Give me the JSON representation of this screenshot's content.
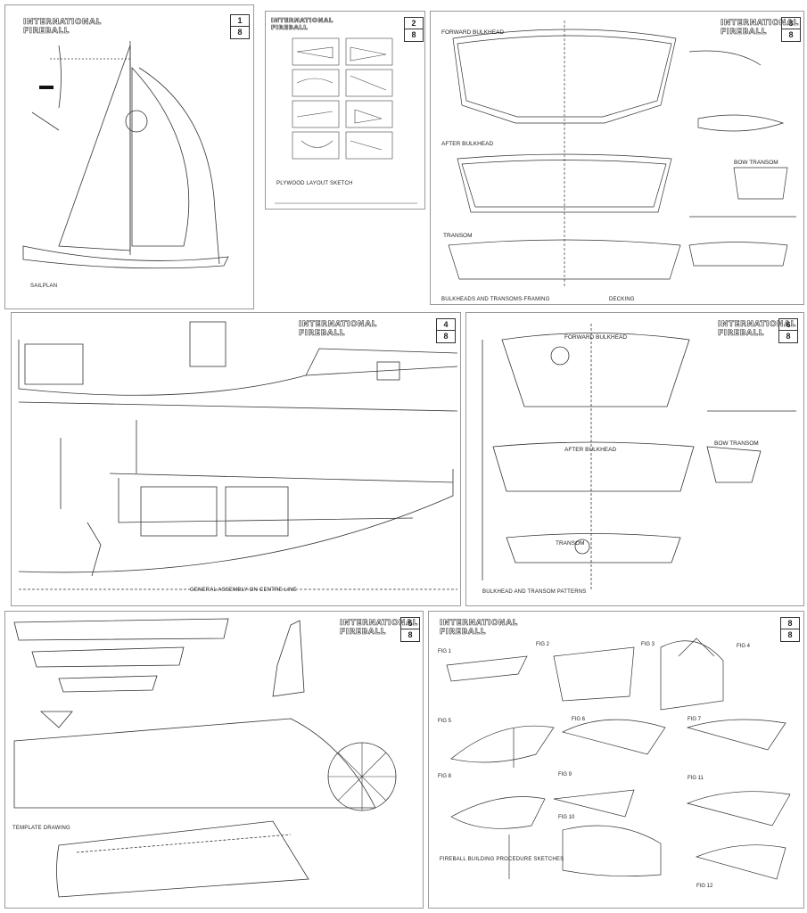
{
  "logo": {
    "line1": "INTERNATIONAL",
    "line2": "FIREBALL"
  },
  "sheets": {
    "s1": {
      "num": "1",
      "total": "8",
      "caption": "SAILPLAN"
    },
    "s2": {
      "num": "2",
      "total": "8",
      "caption": "PLYWOOD LAYOUT SKETCH"
    },
    "s3": {
      "num": "3",
      "total": "8",
      "caption_a": "BULKHEADS AND TRANSOMS-FRAMING",
      "caption_b": "DECKING",
      "forward": "FORWARD BULKHEAD",
      "after": "AFTER BULKHEAD",
      "transom": "TRANSOM",
      "bow": "BOW TRANSOM"
    },
    "s4": {
      "num": "4",
      "total": "8",
      "caption": "GENERAL ASSEMBLY ON CENTRE LINE"
    },
    "s6": {
      "num": "6",
      "total": "8",
      "caption": "BULKHEAD AND TRANSOM PATTERNS",
      "forward": "FORWARD BULKHEAD",
      "after": "AFTER BULKHEAD",
      "transom": "TRANSOM",
      "bow": "BOW TRANSOM"
    },
    "s5": {
      "num": "5",
      "total": "8",
      "caption": "TEMPLATE DRAWING"
    },
    "s8": {
      "num": "8",
      "total": "8",
      "caption": "FIREBALL BUILDING PROCEDURE SKETCHES",
      "figs": [
        "FIG 1",
        "FIG 2",
        "FIG 3",
        "FIG 4",
        "FIG 5",
        "FIG 6",
        "FIG 7",
        "FIG 8",
        "FIG 9",
        "FIG 10",
        "FIG 11",
        "FIG 12"
      ]
    }
  }
}
